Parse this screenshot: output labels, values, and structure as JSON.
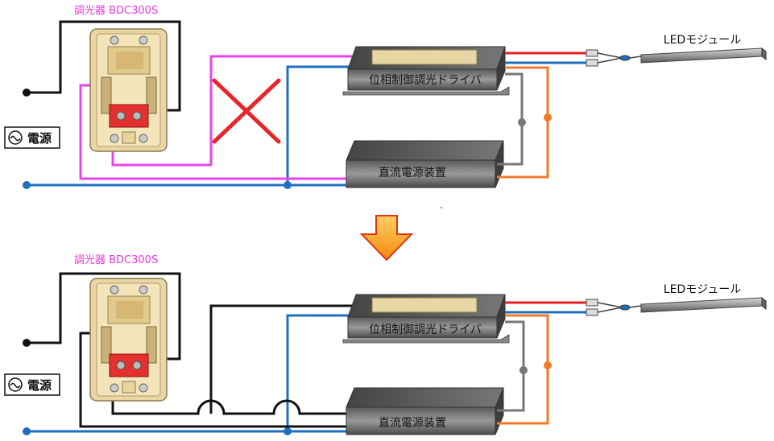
{
  "top": {
    "dimmer_label": "調光器 BDC300S",
    "driver_label": "位相制御調光ドライバ",
    "psu_label": "直流電源装置",
    "led_label": "LEDモジュール",
    "power_label": "電源"
  },
  "bottom": {
    "dimmer_label": "調光器 BDC300S",
    "driver_label": "位相制御調光ドライバ",
    "psu_label": "直流電源装置",
    "led_label": "LEDモジュール",
    "power_label": "電源"
  },
  "symbols": {
    "ac_symbol": "~",
    "wrong_mark": "x-mark",
    "transition_arrow": "down-arrow"
  },
  "colors": {
    "magenta_wire": "#e845e8",
    "blue_wire": "#1f6fc0",
    "black_wire": "#111111",
    "red_wire": "#e82020",
    "orange_wire": "#ef7a2a",
    "gray_wire": "#777777",
    "x_mark": "#e8262a",
    "arrow_fill": "#f5a623",
    "label_magenta": "#e83ad8"
  }
}
